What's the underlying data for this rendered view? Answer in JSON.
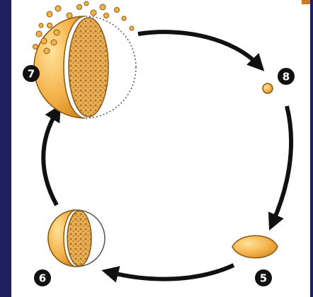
{
  "stages": [
    {
      "id": "stage-7",
      "label": "7"
    },
    {
      "id": "stage-8",
      "label": "8"
    },
    {
      "id": "stage-5",
      "label": "5"
    },
    {
      "id": "stage-6",
      "label": "6"
    }
  ],
  "colors": {
    "frame": "#1f1f5e",
    "arrow": "#111111",
    "cell_fill": "#f3b24a",
    "cell_edge": "#8a5a12",
    "granule": "#c98a2c",
    "badge": "#111111"
  }
}
